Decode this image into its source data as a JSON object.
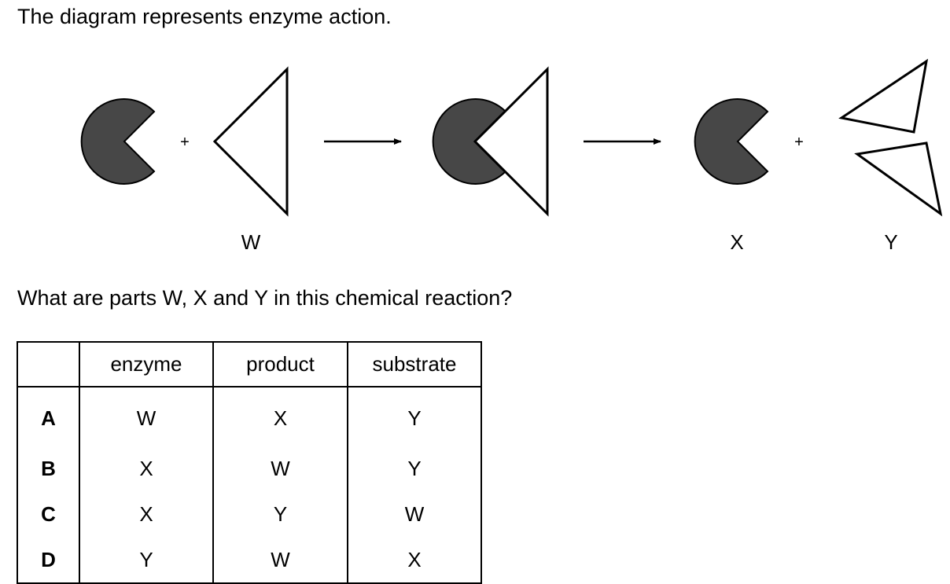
{
  "intro": "The diagram represents enzyme action.",
  "diagram": {
    "plus": "+",
    "labels": {
      "w": "W",
      "x": "X",
      "y": "Y"
    },
    "colors": {
      "enzyme_fill": "#474747",
      "outline": "#000000"
    }
  },
  "question": "What are parts W, X and Y in this chemical reaction?",
  "table": {
    "headers": [
      "",
      "enzyme",
      "product",
      "substrate"
    ],
    "rows": [
      {
        "key": "A",
        "enzyme": "W",
        "product": "X",
        "substrate": "Y"
      },
      {
        "key": "B",
        "enzyme": "X",
        "product": "W",
        "substrate": "Y"
      },
      {
        "key": "C",
        "enzyme": "X",
        "product": "Y",
        "substrate": "W"
      },
      {
        "key": "D",
        "enzyme": "Y",
        "product": "W",
        "substrate": "X"
      }
    ]
  }
}
